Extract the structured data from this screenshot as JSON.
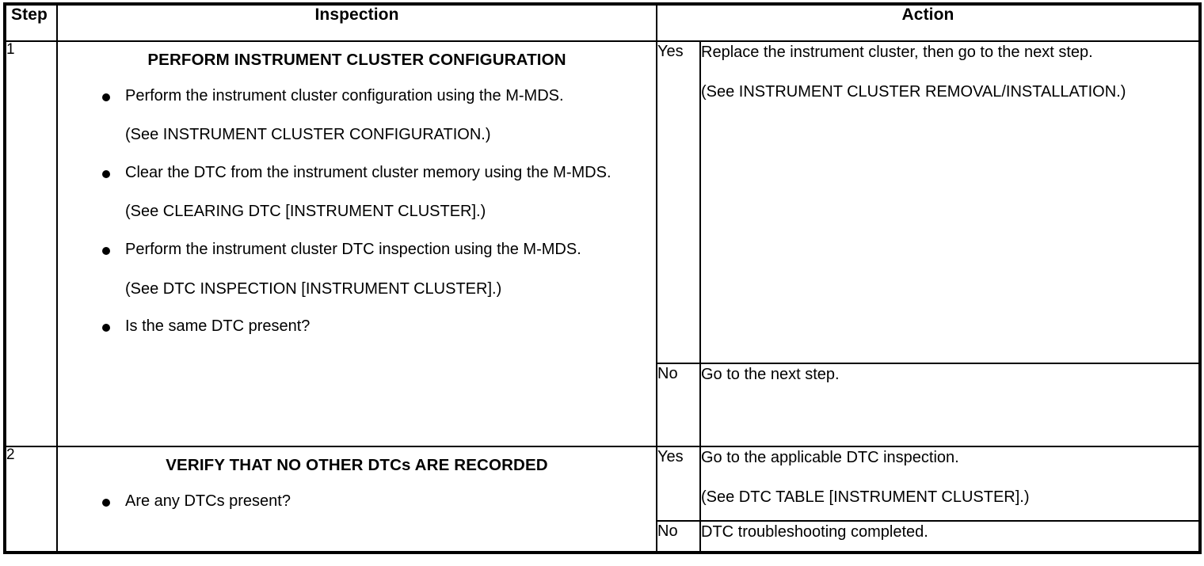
{
  "table": {
    "headers": {
      "step": "Step",
      "inspection": "Inspection",
      "action": "Action"
    },
    "rows": [
      {
        "step": "1",
        "inspection": {
          "title": "PERFORM INSTRUMENT CLUSTER CONFIGURATION",
          "bullets": [
            {
              "text": "Perform the instrument cluster configuration using the M-MDS.",
              "reference": "(See INSTRUMENT CLUSTER CONFIGURATION.)"
            },
            {
              "text": "Clear the DTC from the instrument cluster memory using the M-MDS.",
              "reference": "(See CLEARING DTC [INSTRUMENT CLUSTER].)"
            },
            {
              "text": "Perform the instrument cluster DTC inspection using the M-MDS.",
              "reference": "(See DTC INSPECTION [INSTRUMENT CLUSTER].)"
            },
            {
              "text": "Is the same DTC present?",
              "reference": ""
            }
          ]
        },
        "actions": [
          {
            "answer": "Yes",
            "primary": "Replace the instrument cluster, then go to the next step.",
            "reference": "(See INSTRUMENT CLUSTER REMOVAL/INSTALLATION.)"
          },
          {
            "answer": "No",
            "primary": "Go to the next step.",
            "reference": ""
          }
        ]
      },
      {
        "step": "2",
        "inspection": {
          "title": "VERIFY THAT NO OTHER DTCs ARE RECORDED",
          "bullets": [
            {
              "text": "Are any DTCs present?",
              "reference": ""
            }
          ]
        },
        "actions": [
          {
            "answer": "Yes",
            "primary": "Go to the applicable DTC inspection.",
            "reference": "(See DTC TABLE [INSTRUMENT CLUSTER].)"
          },
          {
            "answer": "No",
            "primary": "DTC troubleshooting completed.",
            "reference": ""
          }
        ]
      }
    ]
  }
}
